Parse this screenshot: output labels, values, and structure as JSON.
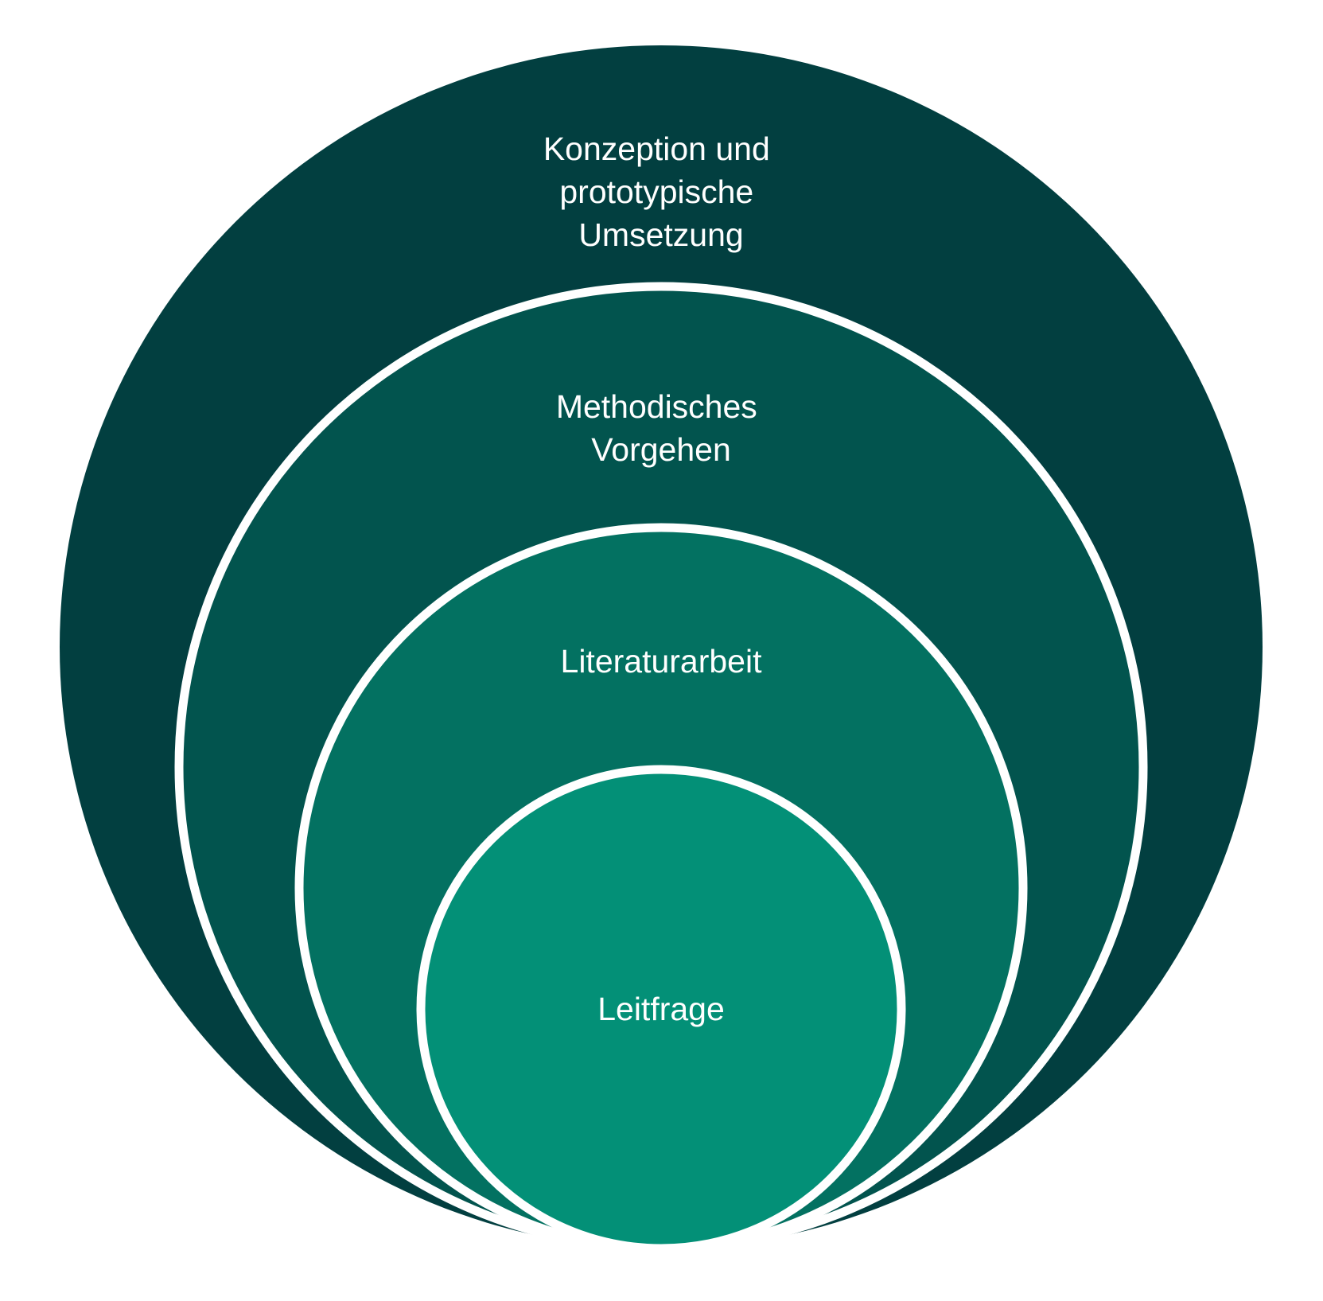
{
  "diagram": {
    "type": "nested-circles",
    "colors": {
      "background": "#ffffff",
      "outline": "#ffffff"
    },
    "circles": [
      {
        "level": 1,
        "color": "#023f40",
        "label_lines": [
          "Konzeption und",
          "prototypische",
          "Umsetzung"
        ]
      },
      {
        "level": 2,
        "color": "#02544e",
        "label_lines": [
          "Methodisches",
          "Vorgehen"
        ]
      },
      {
        "level": 3,
        "color": "#037161",
        "label_lines": [
          "Literaturarbeit"
        ]
      },
      {
        "level": 4,
        "color": "#039077",
        "label_lines": [
          "Leitfrage"
        ]
      }
    ]
  }
}
